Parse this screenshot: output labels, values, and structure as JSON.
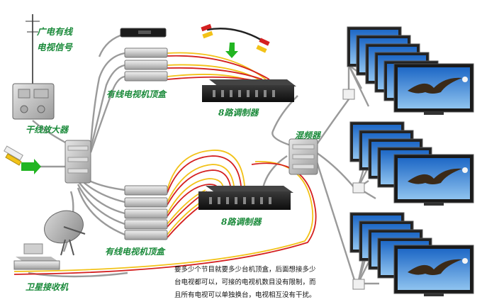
{
  "labels": {
    "cable_tv_signal_1": "广电有线",
    "cable_tv_signal_2": "电视信号",
    "trunk_amplifier": "干线放大器",
    "stb_group_top": "有线电视机顶盒",
    "stb_group_bottom": "有线电视机顶盒",
    "modulator_top": "8路调制器",
    "modulator_bottom": "8路调制器",
    "mixer": "混频器",
    "satellite_receiver": "卫星接收机"
  },
  "note": {
    "line1": "要多少个节目就要多少台机顶盒，后面想接多少",
    "line2": "台电视都可以，可接的电视机数目没有限制，而",
    "line3": "且所有电视可以单独换台，电视相互没有干扰。"
  },
  "colors": {
    "label_green": "#1a8a3a",
    "red_cable": "#d42020",
    "yellow_cable": "#f2c218",
    "gray_cable": "#9a9a9a",
    "arrow_green": "#22b522"
  },
  "icons": [
    "antenna-icon",
    "amplifier-icon",
    "splitter-icon",
    "set-top-box-icon",
    "modulator-icon",
    "mixer-icon",
    "tv-icon",
    "satellite-dish-icon",
    "av-cable-icon",
    "coax-connector-icon",
    "arrow-icon"
  ]
}
